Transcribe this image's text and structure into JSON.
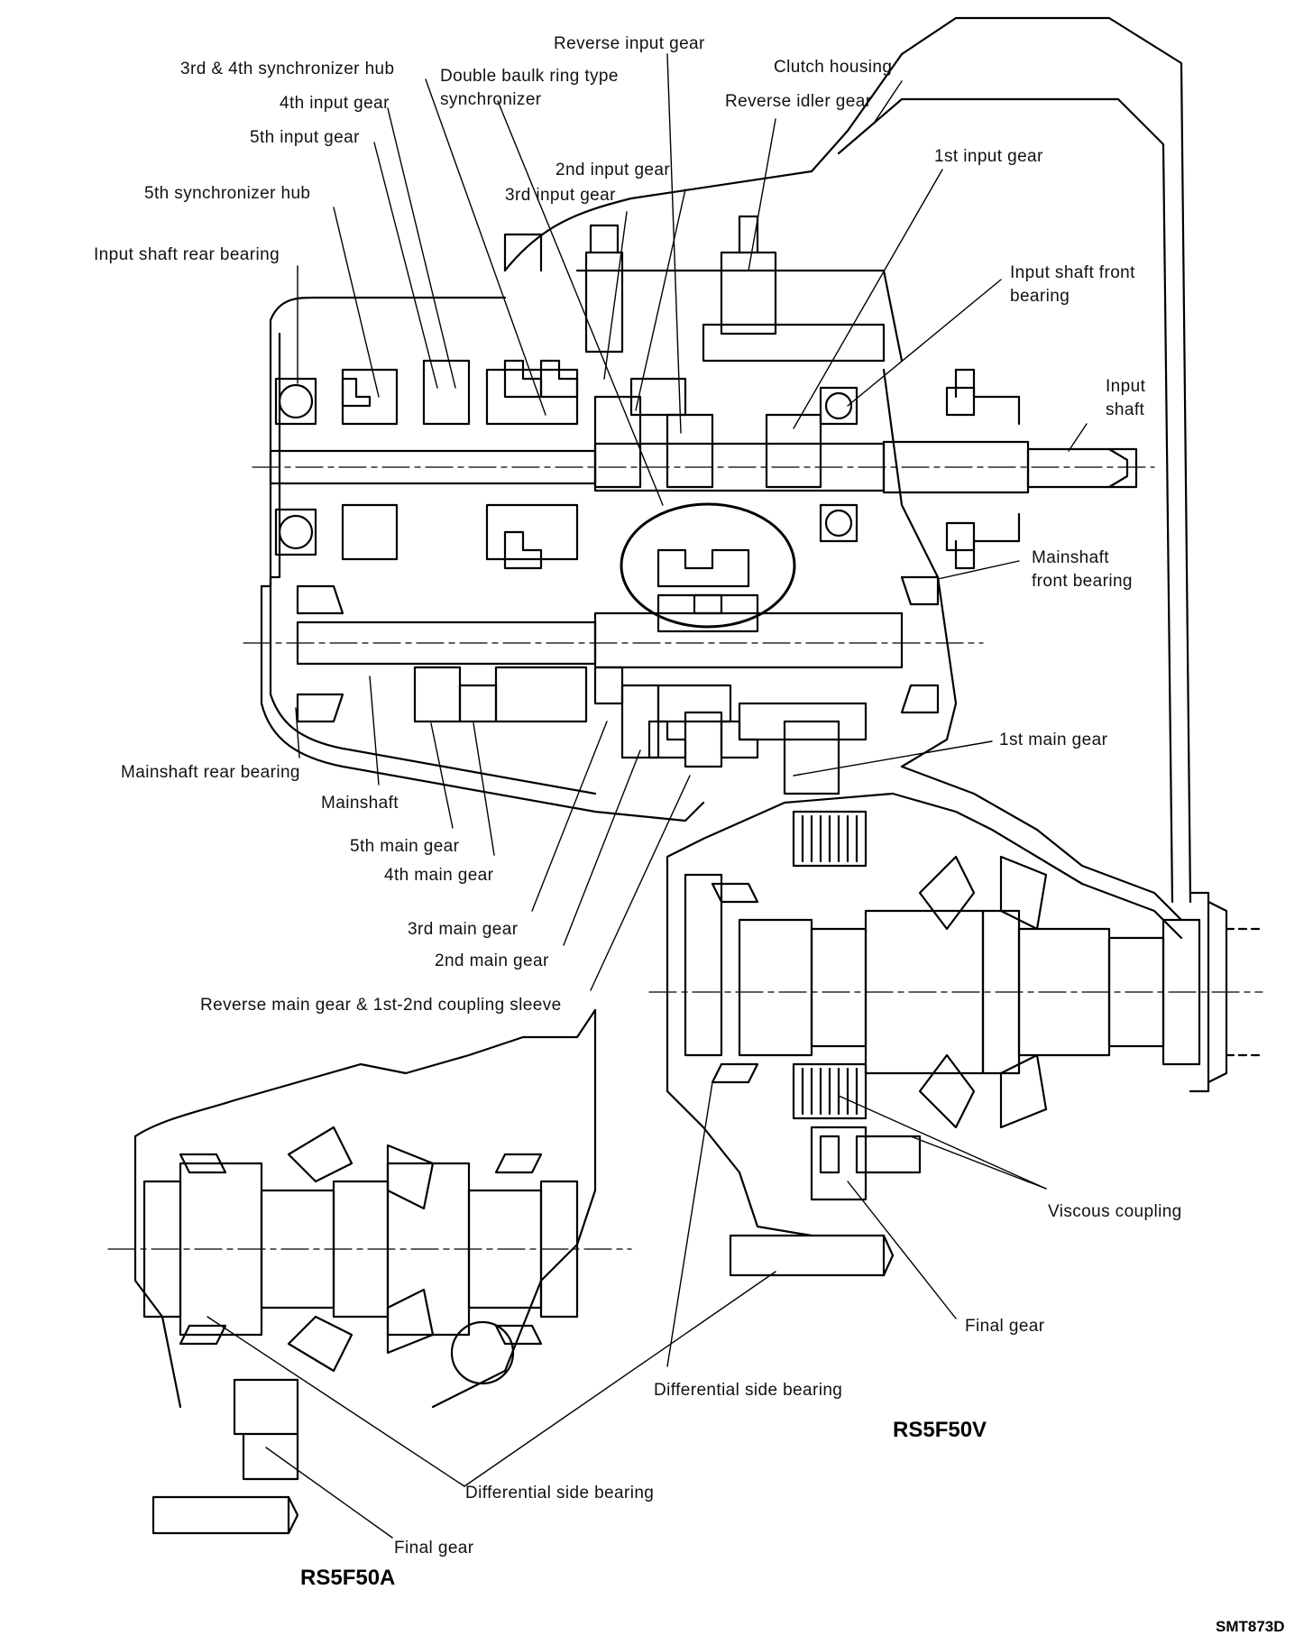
{
  "labels": {
    "reverse_input_gear": "Reverse input gear",
    "sync_hub_3_4": "3rd & 4th synchronizer hub",
    "double_baulk_ring_1": "Double baulk ring type",
    "double_baulk_ring_2": "synchronizer",
    "clutch_housing": "Clutch housing",
    "input_gear_4th": "4th input gear",
    "reverse_idler_gear": "Reverse idler gear",
    "input_gear_5th": "5th input gear",
    "input_gear_1st": "1st input gear",
    "input_gear_2nd": "2nd input gear",
    "sync_hub_5th": "5th synchronizer hub",
    "input_gear_3rd": "3rd input gear",
    "input_shaft_rear_bearing": "Input shaft rear bearing",
    "input_shaft_front_bearing_1": "Input shaft front",
    "input_shaft_front_bearing_2": "bearing",
    "input_shaft_1": "Input",
    "input_shaft_2": "shaft",
    "mainshaft_front_bearing_1": "Mainshaft",
    "mainshaft_front_bearing_2": "front bearing",
    "main_gear_1st": "1st main gear",
    "mainshaft_rear_bearing": "Mainshaft rear bearing",
    "mainshaft": "Mainshaft",
    "main_gear_5th": "5th main gear",
    "main_gear_4th": "4th main gear",
    "main_gear_3rd": "3rd main gear",
    "main_gear_2nd": "2nd main gear",
    "reverse_main_gear": "Reverse main gear & 1st-2nd coupling sleeve",
    "viscous_coupling": "Viscous coupling",
    "final_gear_v": "Final gear",
    "diff_side_bearing_v": "Differential side bearing",
    "diff_side_bearing_a": "Differential side bearing",
    "final_gear_a": "Final gear"
  },
  "models": {
    "v": "RS5F50V",
    "a": "RS5F50A"
  },
  "figure_code": "SMT873D"
}
